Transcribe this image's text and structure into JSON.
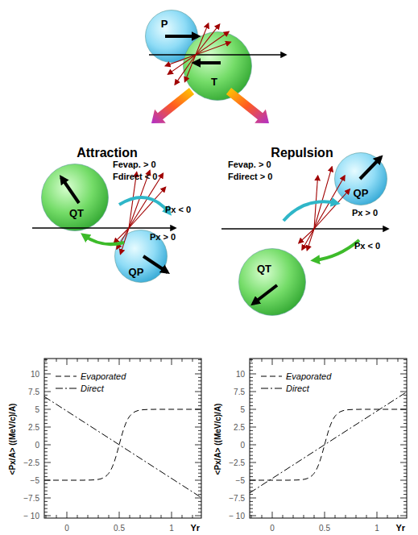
{
  "diagram": {
    "nodes": [
      {
        "text": [
          "P"
        ]
      },
      {
        "text": [
          "T"
        ]
      },
      {
        "text": [
          "QT"
        ]
      },
      {
        "text": [
          "QP"
        ]
      },
      {
        "text": [
          "QP"
        ]
      },
      {
        "text": [
          "QT"
        ]
      }
    ],
    "labels": [
      "Attraction",
      "Fevap. > 0",
      "Fdirect < 0",
      "Px < 0",
      "Px > 0",
      "Repulsion",
      "Fevap. > 0",
      "Fdirect > 0",
      "Px > 0",
      "Px < 0",
      "<Px/A> ((MeV/c)/A)",
      "10",
      "7.5",
      "5",
      "2.5",
      "0",
      "−2.5",
      "−5",
      "−7.5",
      "− 10",
      "0",
      "0.5",
      "1",
      "Yr",
      "<Px/A> ((MeV/c)/A)",
      "10",
      "7.5",
      "5",
      "2.5",
      "0",
      "−2.5",
      "−5",
      "−7.5",
      "− 10",
      "0",
      "0.5",
      "1",
      "Yr"
    ],
    "legend": [
      {
        "text": "Evaporated"
      },
      {
        "text": "Direct"
      },
      {
        "text": "Evaporated"
      },
      {
        "text": "Direct"
      }
    ]
  }
}
